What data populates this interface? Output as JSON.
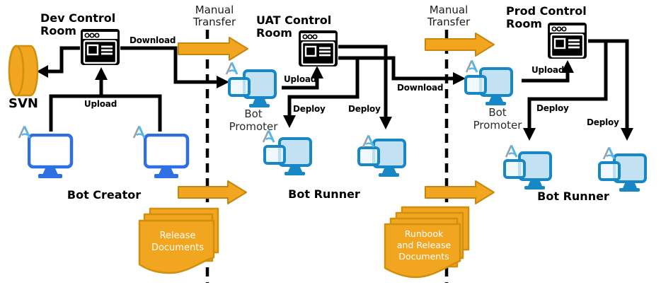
{
  "colors": {
    "orange_fill": "#F2A51F",
    "orange_stroke": "#C8860D",
    "document_stroke": "#D0900E",
    "connector_black": "#000000",
    "creator_blue": "#2E6FE3",
    "machine_blue_stroke": "#1787C6",
    "machine_blue_fill": "#C2E2F4",
    "logo_gray": "#97A1A9",
    "logo_blue": "#58B5EA",
    "doc_text_white": "#FFFFFF"
  },
  "icons": {
    "control_room": "browser-window-icon",
    "svn_repo": "database-cylinder-icon",
    "bot_creator_machine": "desktop-monitor-icon",
    "bot_machine": "workstation-monitor-icon",
    "aa_logo": "automation-anywhere-a-icon",
    "manual_transfer": "block-arrow-right-icon",
    "documents": "stacked-documents-icon"
  },
  "sections": {
    "dev": {
      "title": "Dev Control\nRoom",
      "svn_label": "SVN",
      "download_label": "Download",
      "upload_label": "Upload",
      "machines_label": "Bot Creator"
    },
    "uat": {
      "title": "UAT Control\nRoom",
      "promoter_label": "Bot\nPromoter",
      "upload_label": "Upload",
      "deploy_label_1": "Deploy",
      "deploy_label_2": "Deploy",
      "download_label": "Download",
      "machines_label": "Bot Runner"
    },
    "prod": {
      "title": "Prod Control\nRoom",
      "promoter_label": "Bot\nPromoter",
      "upload_label": "Upload",
      "deploy_label_1": "Deploy",
      "deploy_label_2": "Deploy",
      "machines_label": "Bot Runner"
    }
  },
  "transfers": {
    "manual_1": "Manual\nTransfer",
    "manual_2": "Manual\nTransfer",
    "documents_1": "Release\nDocuments",
    "documents_2": "Runbook\nand Release\nDocuments"
  }
}
